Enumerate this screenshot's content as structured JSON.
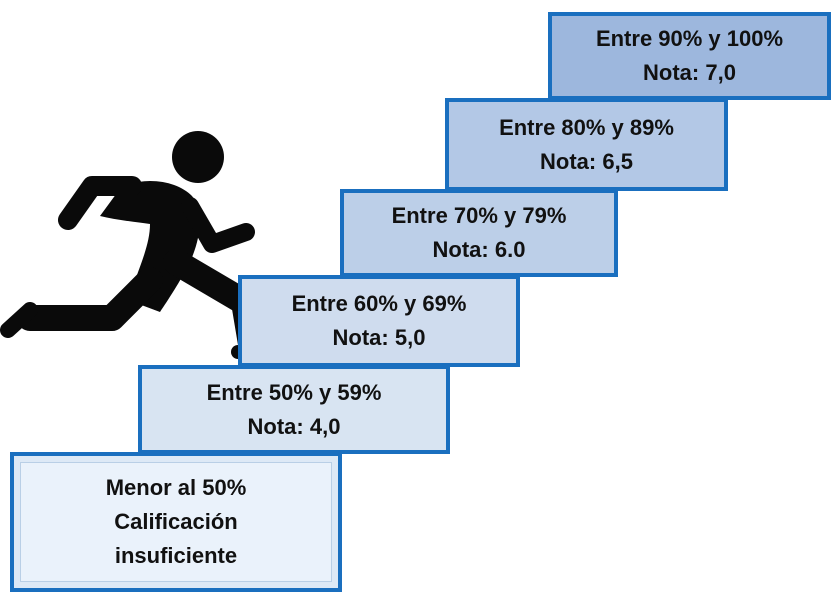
{
  "steps": [
    {
      "line1": "Menor al 50%",
      "line2": "Calificación",
      "line3": "insuficiente"
    },
    {
      "line1": "Entre 50% y 59%",
      "line2": "Nota: 4,0"
    },
    {
      "line1": "Entre 60% y 69%",
      "line2": "Nota: 5,0"
    },
    {
      "line1": "Entre 70% y 79%",
      "line2": "Nota: 6.0"
    },
    {
      "line1": "Entre 80% y 89%",
      "line2": "Nota: 6,5"
    },
    {
      "line1": "Entre 90% y 100%",
      "line2": "Nota: 7,0"
    }
  ],
  "colors": {
    "border": "#1a6fbf",
    "figure": "#0a0a0a"
  },
  "icons": {
    "runner": "running-person-icon"
  }
}
